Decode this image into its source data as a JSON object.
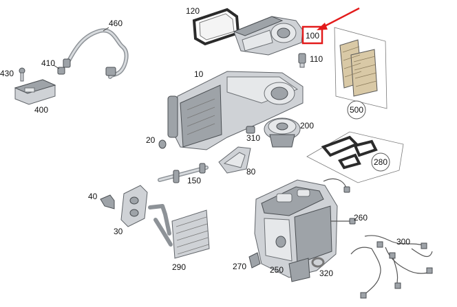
{
  "colors": {
    "highlight": "#e31b1b",
    "arrow": "#e31b1b"
  },
  "callouts": {
    "p10": "10",
    "p20": "20",
    "p30": "30",
    "p40": "40",
    "p80": "80",
    "p100": "100",
    "p110": "110",
    "p120": "120",
    "p150": "150",
    "p200": "200",
    "p250": "250",
    "p260": "260",
    "p270": "270",
    "p280": "280",
    "p290": "290",
    "p300": "300",
    "p310": "310",
    "p320": "320",
    "p400": "400",
    "p410": "410",
    "p430": "430",
    "p460": "460",
    "p500": "500"
  },
  "highlighted_part": "100"
}
